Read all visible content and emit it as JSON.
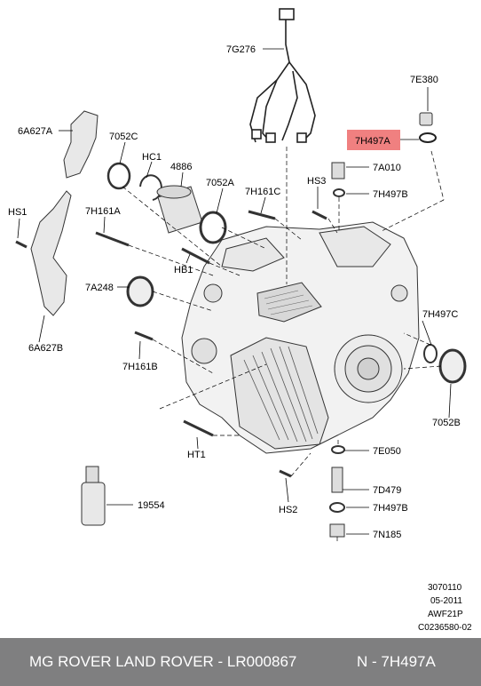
{
  "labels": {
    "7G276": "7G276",
    "7E380": "7E380",
    "7H497A": "7H497A",
    "6A627A": "6A627A",
    "7052C": "7052C",
    "HC1": "HC1",
    "4886": "4886",
    "7052A": "7052A",
    "7H161C": "7H161C",
    "HS3": "HS3",
    "7A010": "7A010",
    "7H497B_top": "7H497B",
    "HS1": "HS1",
    "7H161A": "7H161A",
    "HB1": "HB1",
    "7A248": "7A248",
    "7H497C": "7H497C",
    "7H161B": "7H161B",
    "6A627B": "6A627B",
    "7052B": "7052B",
    "HT1": "HT1",
    "7E050": "7E050",
    "7D479": "7D479",
    "7H497B_bottom": "7H497B",
    "7N185": "7N185",
    "19554": "19554",
    "HS2": "HS2"
  },
  "highlight": {
    "part": "7H497A",
    "color": "#f08080"
  },
  "meta": {
    "code": "3070110",
    "date": "05-2011",
    "model": "AWF21P",
    "ref": "C0236580-02"
  },
  "footer": {
    "brands": "MG ROVER LAND ROVER - LR000867",
    "part": "N - 7H497A"
  }
}
